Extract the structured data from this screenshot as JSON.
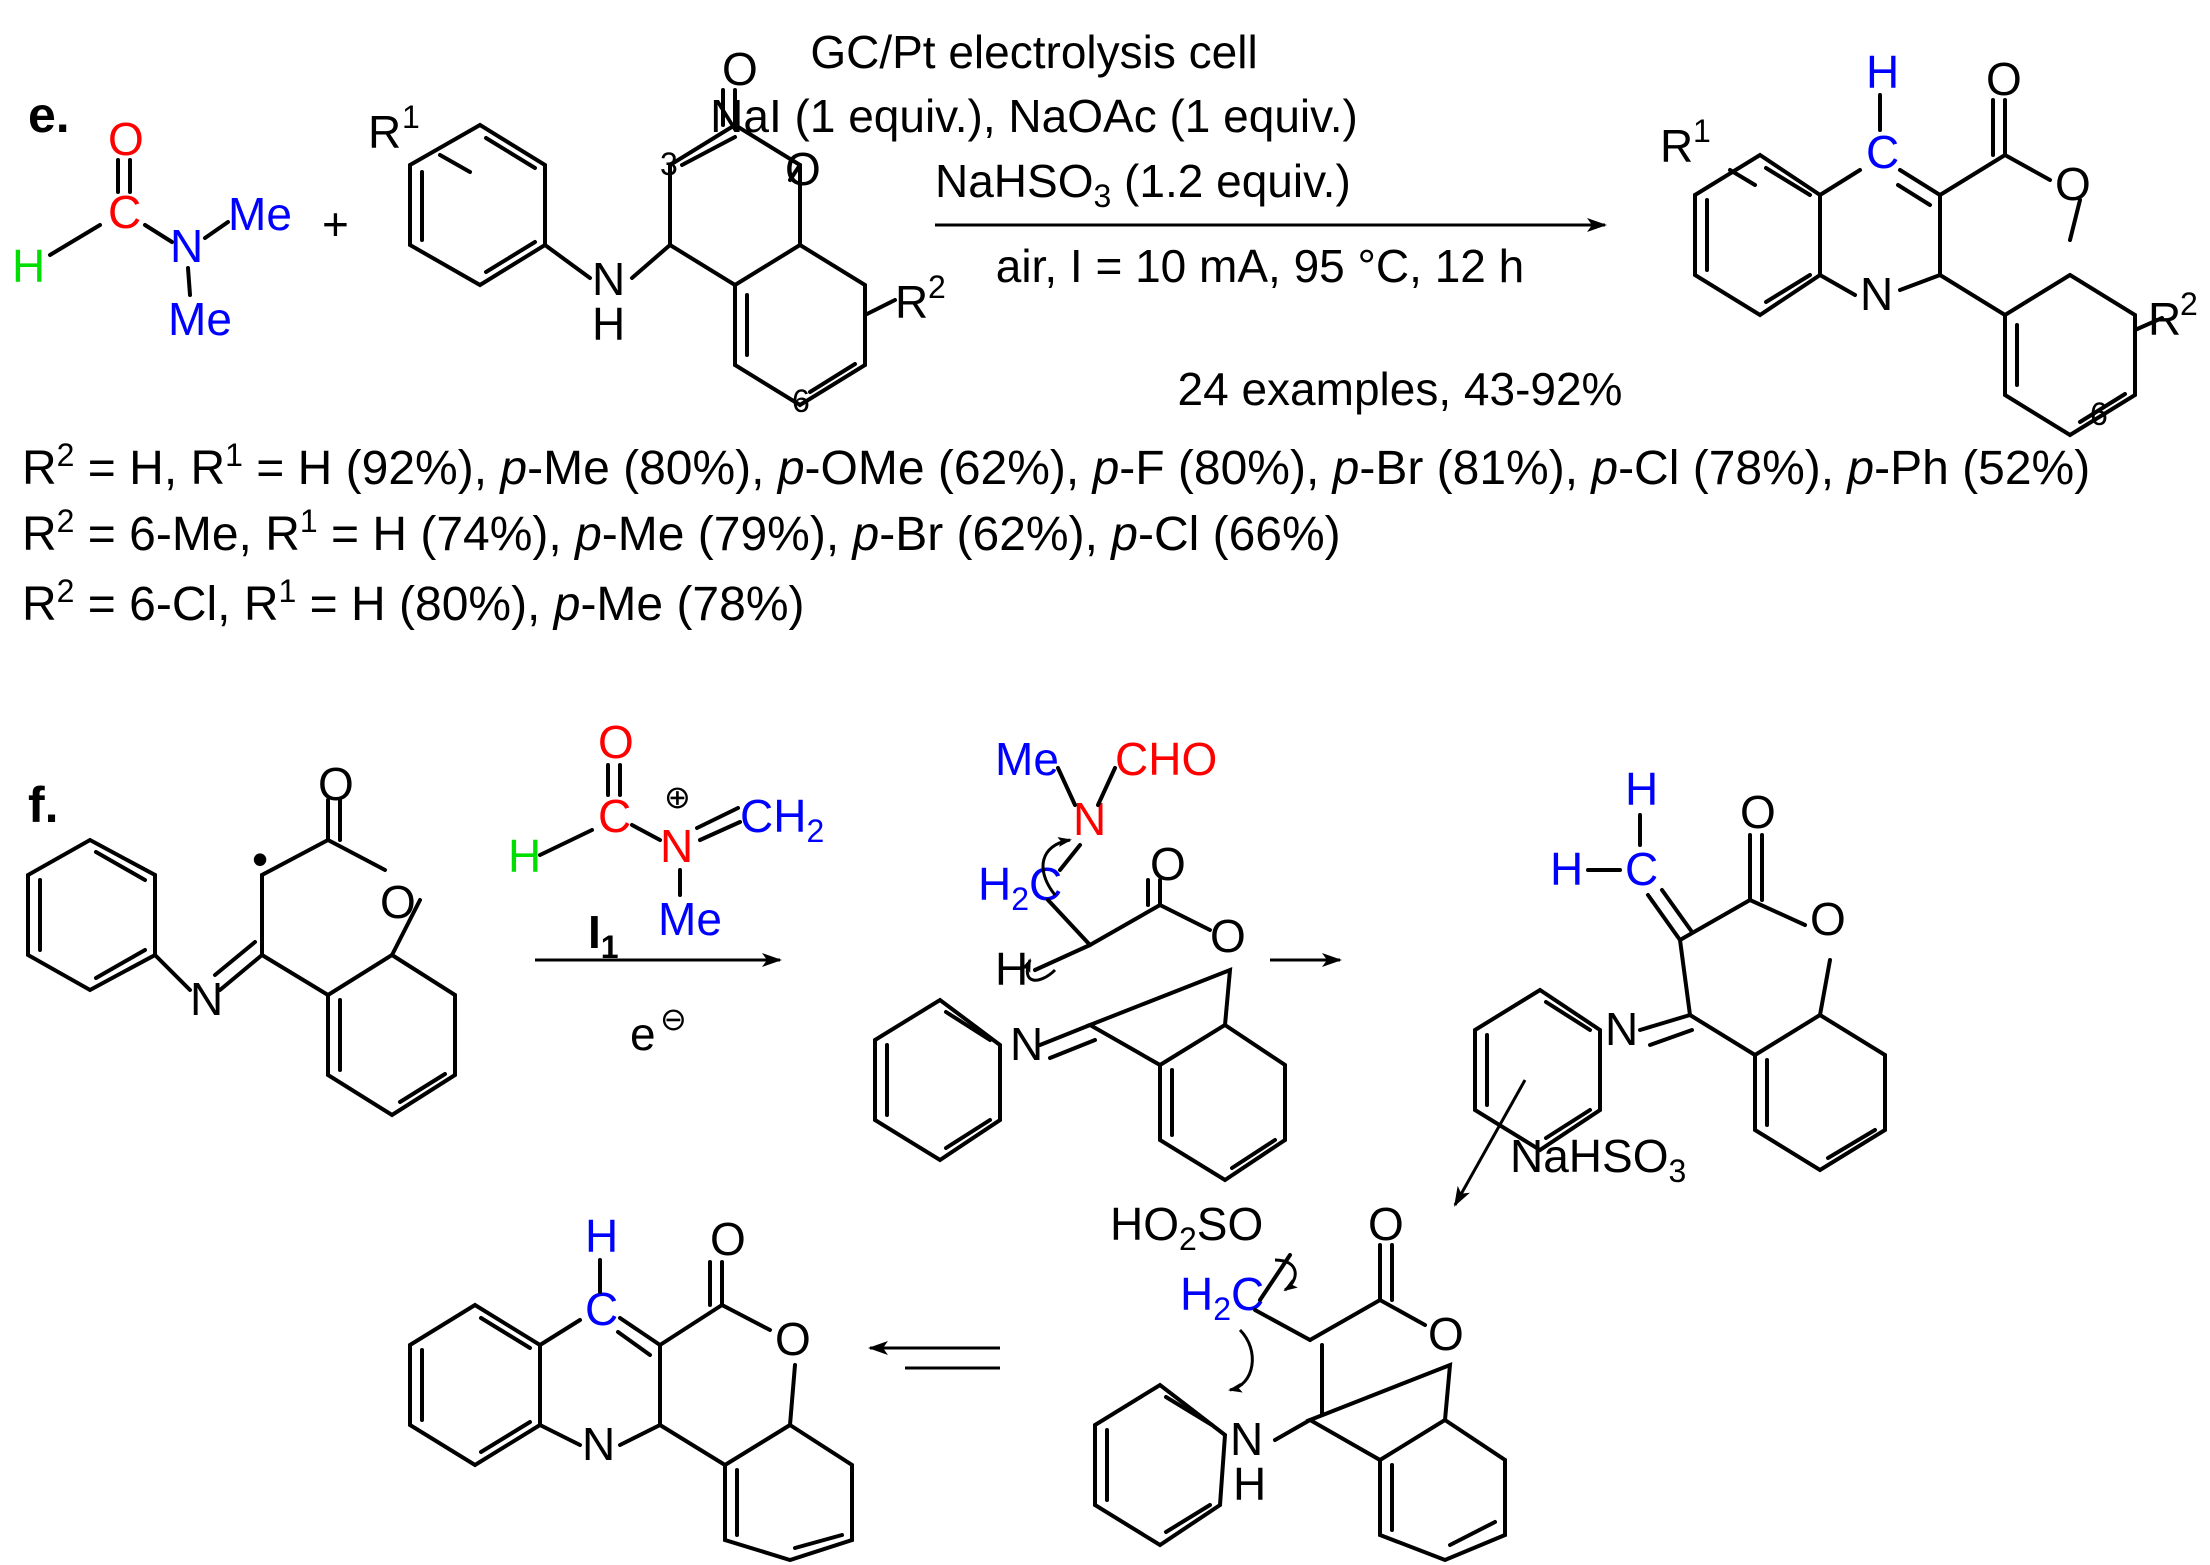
{
  "panel_e": {
    "label": "e.",
    "conditions": {
      "line1": "GC/Pt electrolysis cell",
      "line2": "NaI (1 equiv.), NaOAc (1 equiv.)",
      "line3_main": "NaHSO",
      "line3_sub": "3",
      "line3_rest": " (1.2 equiv.)",
      "line4": "air, I = 10 mA, 95 °C, 12 h"
    },
    "summary": "24 examples, 43-92%",
    "plus": "+",
    "dmf": {
      "O": "O",
      "C": "C",
      "N": "N",
      "H": "H",
      "Me1": "Me",
      "Me2": "Me"
    },
    "reactant_labels": {
      "R": "R",
      "R1_sup": "1",
      "R2_sup": "2",
      "O": "O",
      "O_ring": "O",
      "N": "N",
      "H": "H",
      "pos3": "3",
      "pos6": "6"
    },
    "product_labels": {
      "H": "H",
      "C": "C",
      "O": "O",
      "O_ring": "O",
      "N": "N",
      "R": "R",
      "R1_sup": "1",
      "R2_sup": "2",
      "pos6": "6"
    },
    "yield_rows": [
      [
        {
          "t": "R"
        },
        {
          "t": "2",
          "sup": true
        },
        {
          "t": " = H, R"
        },
        {
          "t": "1",
          "sup": true
        },
        {
          "t": " = H (92%), "
        },
        {
          "t": "p",
          "i": true
        },
        {
          "t": "-Me (80%), "
        },
        {
          "t": "p",
          "i": true
        },
        {
          "t": "-OMe (62%), "
        },
        {
          "t": "p",
          "i": true
        },
        {
          "t": "-F (80%), "
        },
        {
          "t": "p",
          "i": true
        },
        {
          "t": "-Br (81%), "
        },
        {
          "t": "p",
          "i": true
        },
        {
          "t": "-Cl (78%), "
        },
        {
          "t": "p",
          "i": true
        },
        {
          "t": "-Ph (52%)"
        }
      ],
      [
        {
          "t": "R"
        },
        {
          "t": "2",
          "sup": true
        },
        {
          "t": " = 6-Me, R"
        },
        {
          "t": "1",
          "sup": true
        },
        {
          "t": " = H (74%), "
        },
        {
          "t": "p",
          "i": true
        },
        {
          "t": "-Me (79%), "
        },
        {
          "t": "p",
          "i": true
        },
        {
          "t": "-Br (62%), "
        },
        {
          "t": "p",
          "i": true
        },
        {
          "t": "-Cl (66%)"
        }
      ],
      [
        {
          "t": "R"
        },
        {
          "t": "2",
          "sup": true
        },
        {
          "t": " = 6-Cl, R"
        },
        {
          "t": "1",
          "sup": true
        },
        {
          "t": " = H (80%), "
        },
        {
          "t": "p",
          "i": true
        },
        {
          "t": "-Me (78%)"
        }
      ]
    ]
  },
  "panel_f": {
    "label": "f.",
    "radical_labels": {
      "O": "O",
      "O_ring": "O",
      "N": "N",
      "dot": "•"
    },
    "iminium": {
      "O": "O",
      "C": "C",
      "N": "N",
      "plus": "⊕",
      "CH": "CH",
      "CH_sub": "2",
      "H": "H",
      "Me": "Me",
      "I": "I",
      "I_sub": "1"
    },
    "electron": {
      "e": "e",
      "minus": "⊖"
    },
    "adduct_labels": {
      "Me": "Me",
      "N": "N",
      "C": "C",
      "HO": "HO",
      "H2C": "H",
      "H2C_sub": "2",
      "H2C_C": "C",
      "H": "H",
      "O": "O",
      "O_ring": "O",
      "N_imine": "N"
    },
    "methylene_labels": {
      "H_top": "H",
      "H_left": "H",
      "C": "C",
      "O": "O",
      "O_ring": "O",
      "N": "N"
    },
    "reagent": {
      "main": "NaHSO",
      "sub": "3"
    },
    "sulfite_labels": {
      "HO2SO": "HO",
      "sub2": "2",
      "SO": "SO",
      "H2C": "H",
      "H2C_sub": "2",
      "C": "C",
      "O": "O",
      "O_ring": "O",
      "N": "N",
      "H": "H"
    },
    "final_labels": {
      "H": "H",
      "C": "C",
      "O": "O",
      "O_ring": "O",
      "N": "N"
    }
  }
}
